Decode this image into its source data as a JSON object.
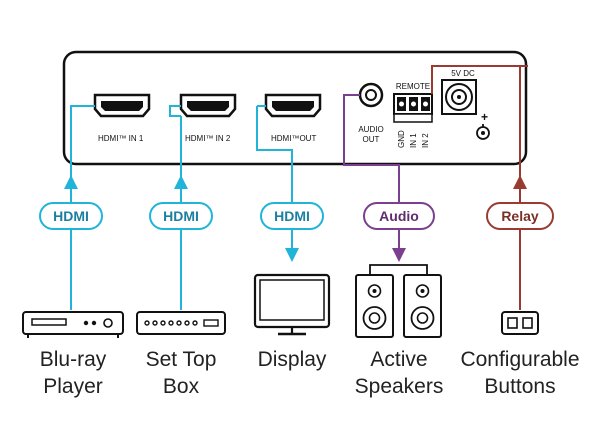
{
  "device": {
    "ports": {
      "hdmi_in_1": "HDMI™ IN 1",
      "hdmi_in_2": "HDMI™ IN 2",
      "hdmi_out": "HDMI™OUT",
      "audio_out_line1": "AUDIO",
      "audio_out_line2": "OUT",
      "remote": "REMOTE",
      "gnd": "GND",
      "in1": "IN 1",
      "in2": "IN 2",
      "power": "5V DC",
      "polarity": "+"
    }
  },
  "connections": {
    "hdmi_1": "HDMI",
    "hdmi_2": "HDMI",
    "hdmi_out": "HDMI",
    "audio": "Audio",
    "relay": "Relay"
  },
  "devices": {
    "bluray": {
      "line1": "Blu-ray",
      "line2": "Player"
    },
    "settop": {
      "line1": "Set Top",
      "line2": "Box"
    },
    "display": {
      "line1": "Display"
    },
    "speakers": {
      "line1": "Active",
      "line2": "Speakers"
    },
    "buttons": {
      "line1": "Configurable",
      "line2": "Buttons"
    }
  },
  "colors": {
    "hdmi": "#1fb4d8",
    "audio": "#7a3f8e",
    "relay": "#9a3b32",
    "device_outline": "#111111"
  }
}
